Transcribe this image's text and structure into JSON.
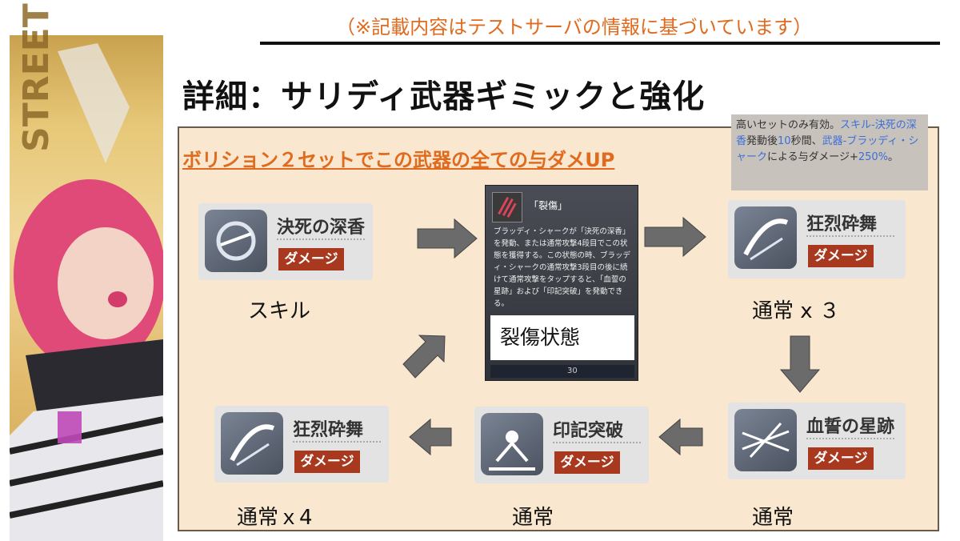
{
  "header": {
    "disclaimer": "（※記載内容はテストサーバの情報に基づいています）",
    "title": "詳細：サリディ武器ギミックと強化"
  },
  "banner": {
    "text": "STREET"
  },
  "panel": {
    "set_note": "ボリション２セットでこの武器の全ての与ダメUP",
    "tooltip": {
      "t1": "高いセットのみ有効。",
      "t2": "スキル-決死の深香",
      "t3": "発動後",
      "t4": "10",
      "t5": "秒間、",
      "t6": "武器-ブラッディ・シャーク",
      "t7": "による与ダメージ+",
      "t8": "250%",
      "t9": "。"
    }
  },
  "cards": {
    "skill": {
      "name": "決死の深香",
      "badge": "ダメージ",
      "label": "スキル"
    },
    "normal_x3": {
      "name": "狂烈砕舞",
      "badge": "ダメージ",
      "label": "通常 x ３"
    },
    "blood_oath": {
      "name": "血誓の星跡",
      "badge": "ダメージ",
      "label": "通常"
    },
    "seal_break": {
      "name": "印記突破",
      "badge": "ダメージ",
      "label": "通常"
    },
    "normal_x4": {
      "name": "狂烈砕舞",
      "badge": "ダメージ",
      "label": "通常ｘ4"
    }
  },
  "screen": {
    "name": "「裂傷」",
    "description": "ブラッディ・シャークが「決死の深香」を発動、または通常攻撃4段目でこの状態を獲得する。この状態の時、ブラッディ・シャークの通常攻撃3段目の後に続けて通常攻撃をタップすると、「血誓の星跡」および「印記突破」を発動できる。",
    "state_label": "裂傷状態",
    "hud": "30"
  },
  "colors": {
    "accent": "#e06b1f",
    "panel_bg": "#f9e7cf",
    "badge": "#a8381e",
    "arrow": "#6b6b6b",
    "link": "#3b6fd8"
  }
}
